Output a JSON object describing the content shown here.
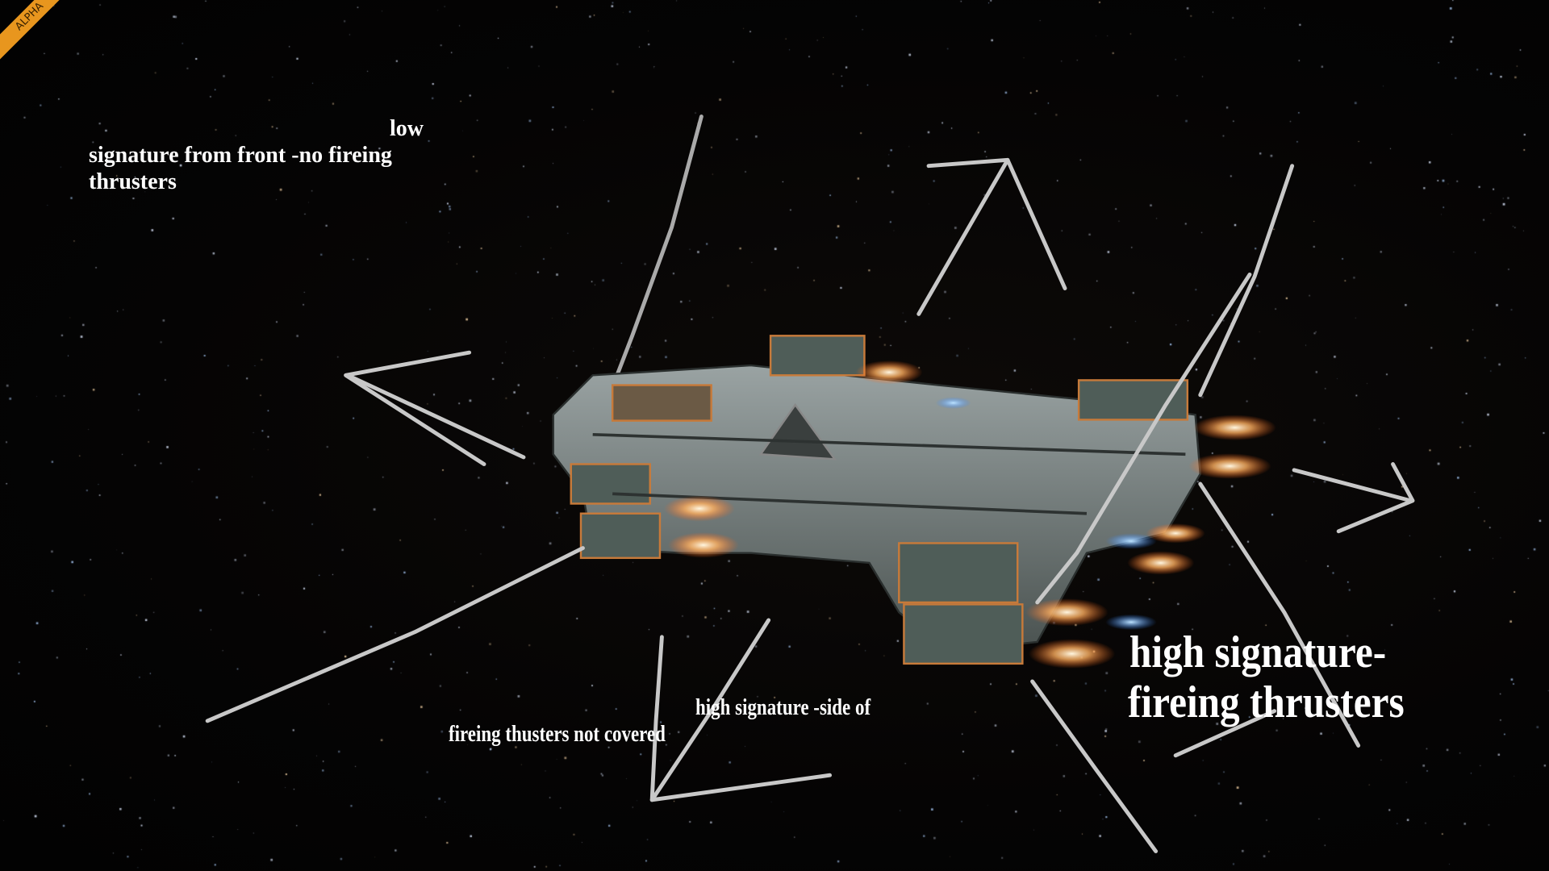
{
  "badge": {
    "label": "ALPHA",
    "color": "#e8961e"
  },
  "annotations": {
    "front": {
      "line1": "low",
      "line2": "signature from front -no fireing",
      "line3": "thrusters"
    },
    "side": {
      "line1": "high signature -side of",
      "line2": "fireing thusters not covered"
    },
    "rear": {
      "line1": "high signature-",
      "line2": "fireing thrusters"
    }
  },
  "colors": {
    "stroke": "#c8c8c8",
    "hull": "#5d6a66",
    "trim": "#c77a3a",
    "thruster": "#ffe6b0",
    "ion": "#3aa0ff"
  }
}
